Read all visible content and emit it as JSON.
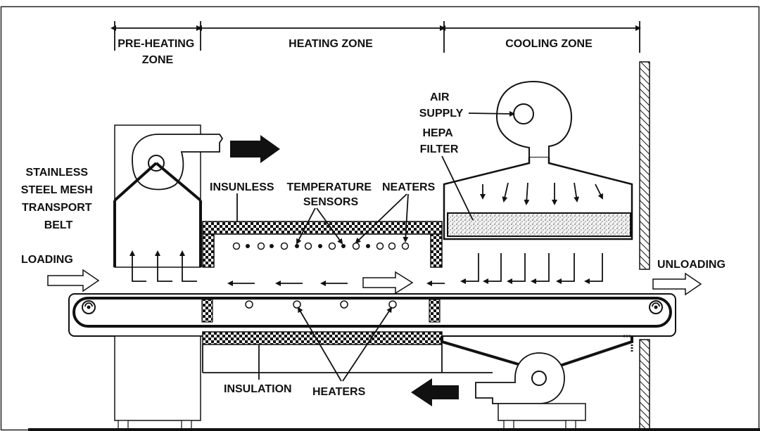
{
  "zones": {
    "pre_heating": [
      "PRE-HEATING",
      "ZONE"
    ],
    "heating": "HEATING ZONE",
    "cooling": "COOLING ZONE"
  },
  "labels": {
    "belt": [
      "STAINLESS",
      "STEEL MESH",
      "TRANSPORT",
      "BELT"
    ],
    "loading": "LOADING",
    "unloading": "UNLOADING",
    "insunless": "INSUNLESS",
    "temp_sensors": [
      "TEMPERATURE",
      "SENSORS"
    ],
    "neaters": "NEATERS",
    "air_supply": [
      "AIR",
      "SUPPLY"
    ],
    "hepa_filter": [
      "HEPA",
      "FILTER"
    ],
    "insulation": "INSULATION",
    "heaters": "HEATERS"
  },
  "colors": {
    "ink": "#111111",
    "background": "#ffffff"
  }
}
